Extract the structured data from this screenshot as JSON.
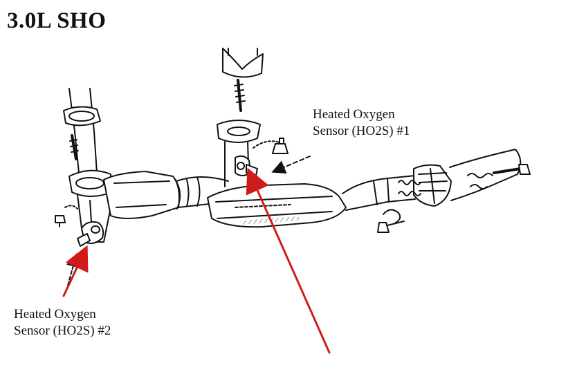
{
  "title": "3.0L SHO",
  "labels": {
    "sensor_1": {
      "line1": "Heated Oxygen",
      "line2": "Sensor (HO2S) #1"
    },
    "sensor_2": {
      "line1": "Heated Oxygen",
      "line2": "Sensor (HO2S) #2"
    }
  },
  "colors": {
    "ink": "#111111",
    "annotation_arrow": "#d11a1a",
    "background": "#ffffff"
  }
}
